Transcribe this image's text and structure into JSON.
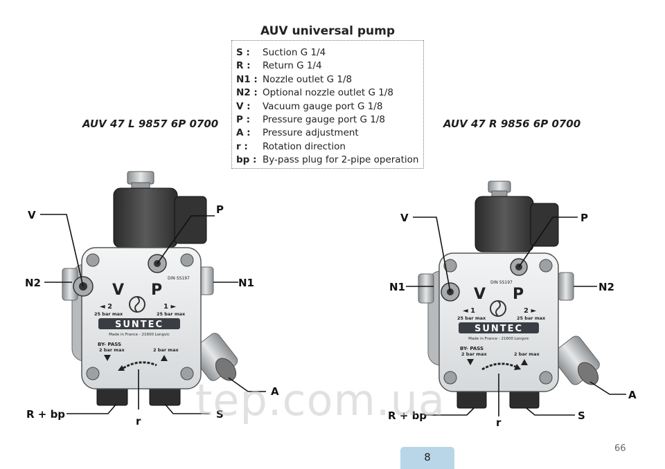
{
  "title": "AUV universal pump",
  "legend": [
    {
      "code": "S :",
      "text": "Suction G 1/4"
    },
    {
      "code": "R :",
      "text": "Return G 1/4"
    },
    {
      "code": "N1 :",
      "text": "Nozzle outlet G 1/8"
    },
    {
      "code": "N2 :",
      "text": "Optional nozzle outlet G 1/8"
    },
    {
      "code": "V :",
      "text": "Vacuum gauge port G 1/8"
    },
    {
      "code": "P :",
      "text": "Pressure gauge port G 1/8"
    },
    {
      "code": "A :",
      "text": "Pressure adjustment"
    },
    {
      "code": "r :",
      "text": "Rotation direction"
    },
    {
      "code": "bp :",
      "text": "By-pass plug for 2-pipe operation"
    }
  ],
  "left_pump": {
    "model": "AUV 47 L 9857 6P 0700",
    "labels": {
      "V": "V",
      "P": "P",
      "N2": "N2",
      "N1": "N1",
      "A": "A",
      "Rbp": "R + bp",
      "r": "r",
      "S": "S"
    },
    "panel": {
      "v_letter": "V",
      "p_letter": "P",
      "din": "DIN SS197",
      "port_left": "◄ 2",
      "port_right": "1 ►",
      "bar_left": "25 bar max",
      "bar_right": "25 bar max",
      "brand": "SUNTEC",
      "made_in": "Made in France - 21600 Longvic",
      "bypass": "BY- PASS",
      "bypass_bar": "2 bar max",
      "right_bar": "2 bar max"
    }
  },
  "right_pump": {
    "model": "AUV 47 R 9856 6P 0700",
    "labels": {
      "V": "V",
      "P": "P",
      "N1": "N1",
      "N2": "N2",
      "A": "A",
      "Rbp": "R + bp",
      "r": "r",
      "S": "S"
    },
    "panel": {
      "v_letter": "V",
      "p_letter": "P",
      "din": "DIN SS197",
      "port_left": "◄ 1",
      "port_right": "2 ►",
      "bar_left": "25 bar max",
      "bar_right": "25 bar max",
      "brand": "SUNTEC",
      "made_in": "Made in France - 21600 Longvic",
      "bypass": "BY- PASS",
      "bypass_bar": "2 bar max",
      "right_bar": "2 bar max"
    }
  },
  "watermark": "tep.com.ua",
  "page_tab": "8",
  "page_number": "66",
  "colors": {
    "tab": "#b9d6e8",
    "metal": "#c9ccce",
    "coil": "#3a3a3a"
  }
}
